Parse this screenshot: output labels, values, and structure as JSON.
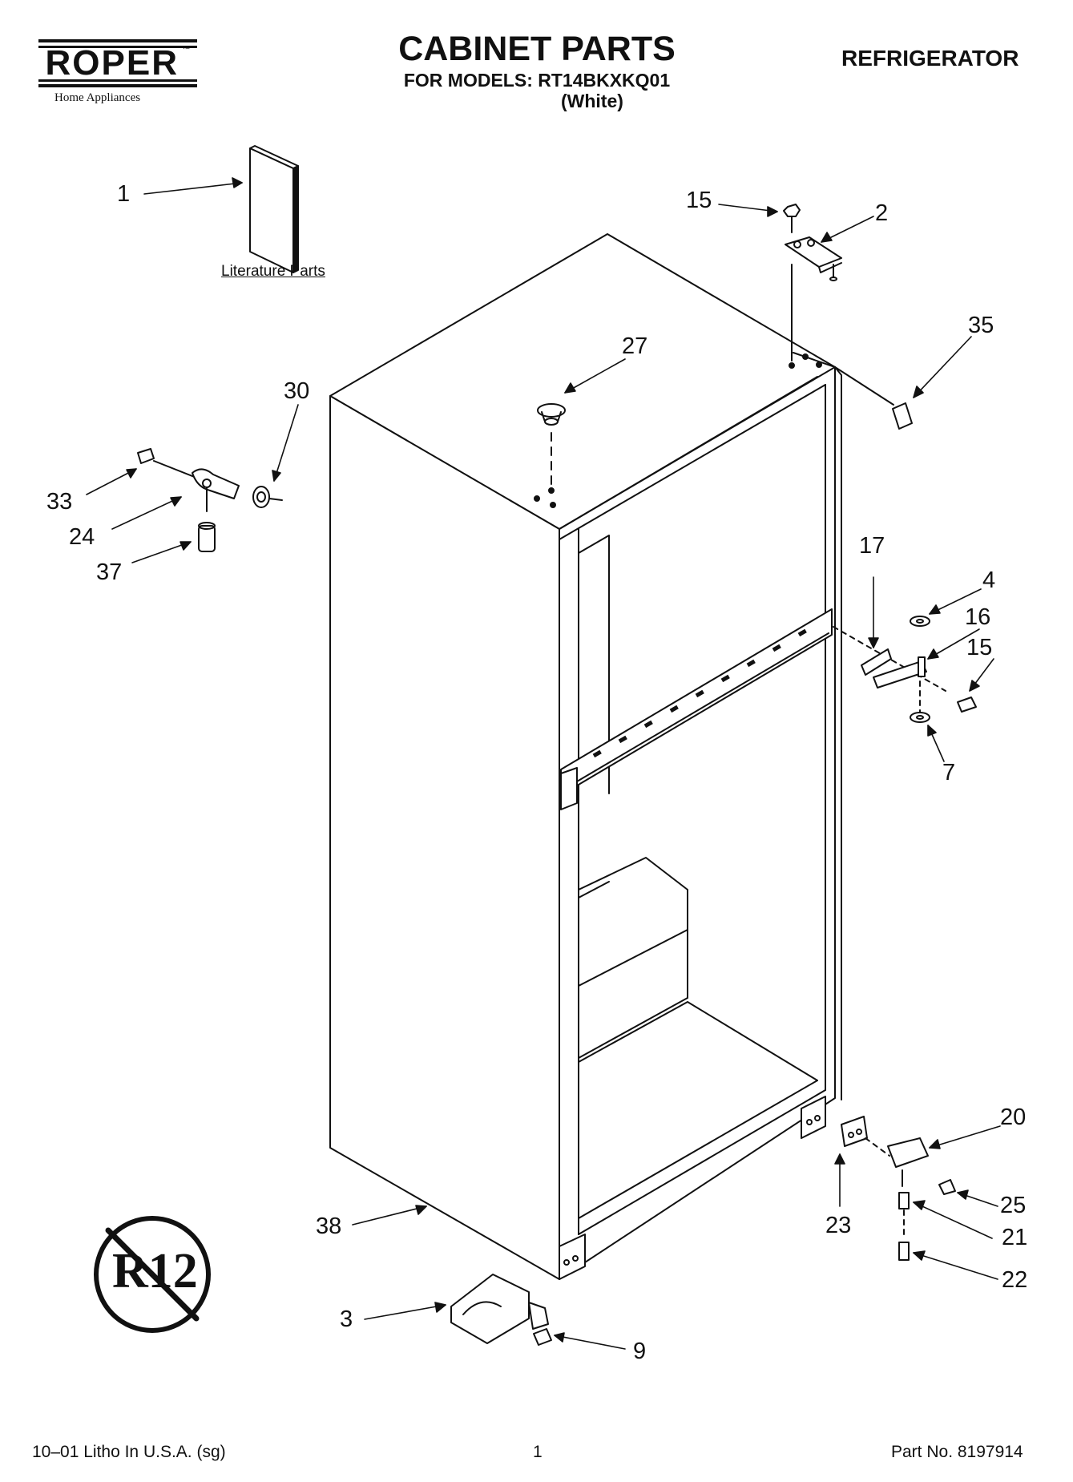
{
  "header": {
    "brand": "ROPER",
    "trademark": "™",
    "brand_sub": "Home Appliances",
    "title": "CABINET PARTS",
    "models_line": "FOR MODELS: RT14BKXKQ01",
    "color_line": "(White)",
    "category": "REFRIGERATOR"
  },
  "literature_label": "Literature Parts",
  "refrigerant_badge": "R12",
  "callouts": {
    "c1": "1",
    "c15a": "15",
    "c2": "2",
    "c35": "35",
    "c27": "27",
    "c30": "30",
    "c33": "33",
    "c24": "24",
    "c37": "37",
    "c17": "17",
    "c4": "4",
    "c16": "16",
    "c15b": "15",
    "c7": "7",
    "c20": "20",
    "c25": "25",
    "c23": "23",
    "c21": "21",
    "c22": "22",
    "c38": "38",
    "c3": "3",
    "c9": "9"
  },
  "footer": {
    "left": "10–01 Litho In U.S.A. (sg)",
    "page": "1",
    "part_no": "Part No. 8197914"
  }
}
